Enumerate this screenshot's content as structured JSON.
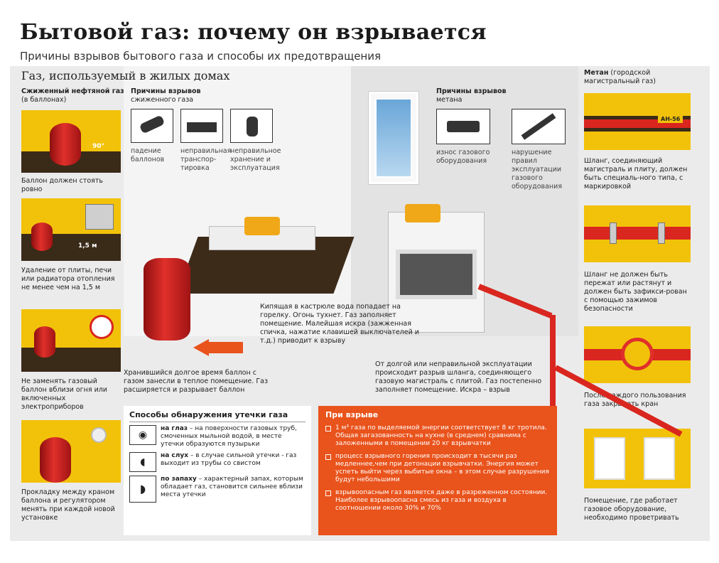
{
  "header": {
    "title": "Бытовой газ: почему он взрывается",
    "subtitle": "Причины взрывов бытового газа и способы их предотвращения"
  },
  "main": {
    "section_title": "Газ, используемый в жилых домах",
    "lpg": {
      "label_bold": "Сжиженный нефтяной газ",
      "label_sub": "(в баллонах)"
    },
    "lpg_causes": {
      "title": "Причины взрывов",
      "subtitle": "сжиженного газа",
      "items": [
        {
          "label": "падение баллонов",
          "icon": "falling-cylinder-icon"
        },
        {
          "label": "неправильная транспор-тировка",
          "icon": "truck-icon"
        },
        {
          "label": "неправильное хранение и эксплуатация",
          "icon": "cylinder-icon"
        }
      ]
    },
    "methane_causes": {
      "title": "Причины взрывов",
      "subtitle": "метана",
      "items": [
        {
          "label": "износ газового оборудования",
          "icon": "worn-equipment-icon"
        },
        {
          "label": "нарушение правил эксплуатации газового оборудования",
          "icon": "wrench-icon"
        }
      ]
    },
    "methane": {
      "label_bold": "Метан",
      "label_sub": "(городской магистральный газ)"
    }
  },
  "left_tips": [
    {
      "text": "Баллон должен стоять ровно",
      "angle": "90°"
    },
    {
      "text": "Удаление от плиты, печи или радиатора отопления не менее чем на 1,5 м",
      "distance": "1,5 м"
    },
    {
      "text": "Не заменять газовый баллон вблизи огня или включенных электроприборов"
    },
    {
      "text": "Прокладку между краном баллона и регулятором менять при каждой новой установке"
    }
  ],
  "right_tips": [
    {
      "text": "Шланг, соединяющий магистраль и плиту, должен быть специаль-ного типа, с маркировкой",
      "hose_mark": "АН-56"
    },
    {
      "text": "Шланг не должен быть пережат или растянут и должен быть зафикси-рован с помощью зажимов безопасности"
    },
    {
      "text": "После каждого пользования газа закрывать кран"
    },
    {
      "text": "Помещение, где работает газовое оборудование, необходимо проветривать"
    }
  ],
  "scene": {
    "cylinder_caption": "Хранившийся долгое время баллон с газом занесли в теплое помещение. Газ расширяется и разрывает баллон",
    "pot_caption": "Кипящая в кастрюле вода попадает на горелку. Огонь тухнет. Газ заполняет помещение. Малейшая искра (зажженная спичка, нажатие клавишей выключателей и т.д.) приводит к взрыву",
    "hose_caption": "От долгой или неправильной эксплуатации происходит разрыв шланга, соединяющего газовую магистраль с плитой. Газ постепенно заполняет помещение. Искра – взрыв"
  },
  "detection": {
    "title": "Способы обнаружения утечки газа",
    "items": [
      {
        "bold": "на глаз",
        "text": " – на поверхности газовых труб, смоченных мыльной водой, в месте утечки образуются пузырьки",
        "icon": "eye-icon"
      },
      {
        "bold": "на слух",
        "text": " – в случае сильной утечки - газ выходит из трубы со свистом",
        "icon": "ear-icon"
      },
      {
        "bold": "по запаху",
        "text": " – характерный запах, которым обладает газ, становится сильнее вблизи места утечки",
        "icon": "nose-icon"
      }
    ]
  },
  "explosion": {
    "title": "При взрыве",
    "items": [
      "1 м³ газа по выделяемой энергии соответствует 8 кг тротила. Общая загазованность на кухне (в среднем) сравнима с заложенными в помещении 20 кг взрывчатки",
      "процесс взрывного горения происходит в тысячи раз медленнее,чем при детонации взрывчатки. Энергия может успеть выйти через выбитые окна – в этом случае разрушения будут небольшими",
      "взрывоопасным газ является даже в разреженном состоянии. Наиболее взрывоопасна смесь из газа и воздуха в соотношении около 30% и 70%"
    ]
  },
  "colors": {
    "accent_yellow": "#f2c20a",
    "cylinder_red": "#d9261f",
    "panel_orange": "#e9531c",
    "background_gray": "#ebebeb"
  }
}
